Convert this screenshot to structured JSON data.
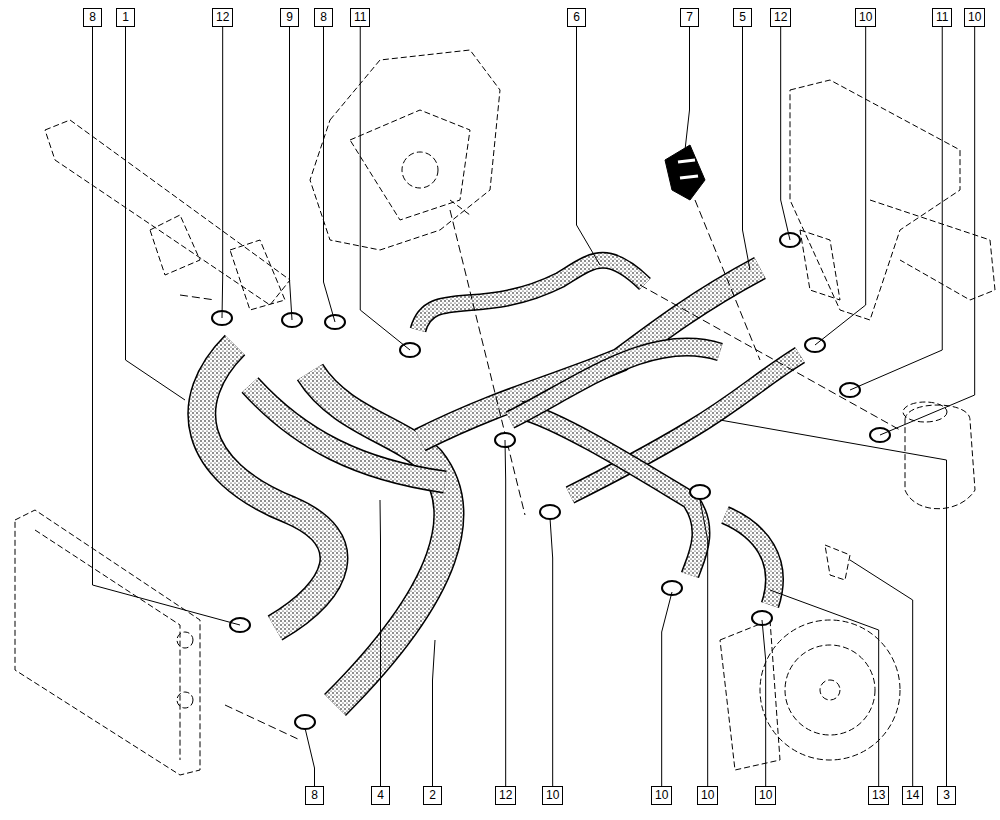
{
  "diagram": {
    "labels": [
      "8",
      "1",
      "12",
      "9",
      "8",
      "11",
      "6",
      "7",
      "5",
      "12",
      "10",
      "11",
      "10",
      "8",
      "4",
      "2",
      "12",
      "10",
      "10",
      "10",
      "10",
      "13",
      "14",
      "3"
    ]
  }
}
